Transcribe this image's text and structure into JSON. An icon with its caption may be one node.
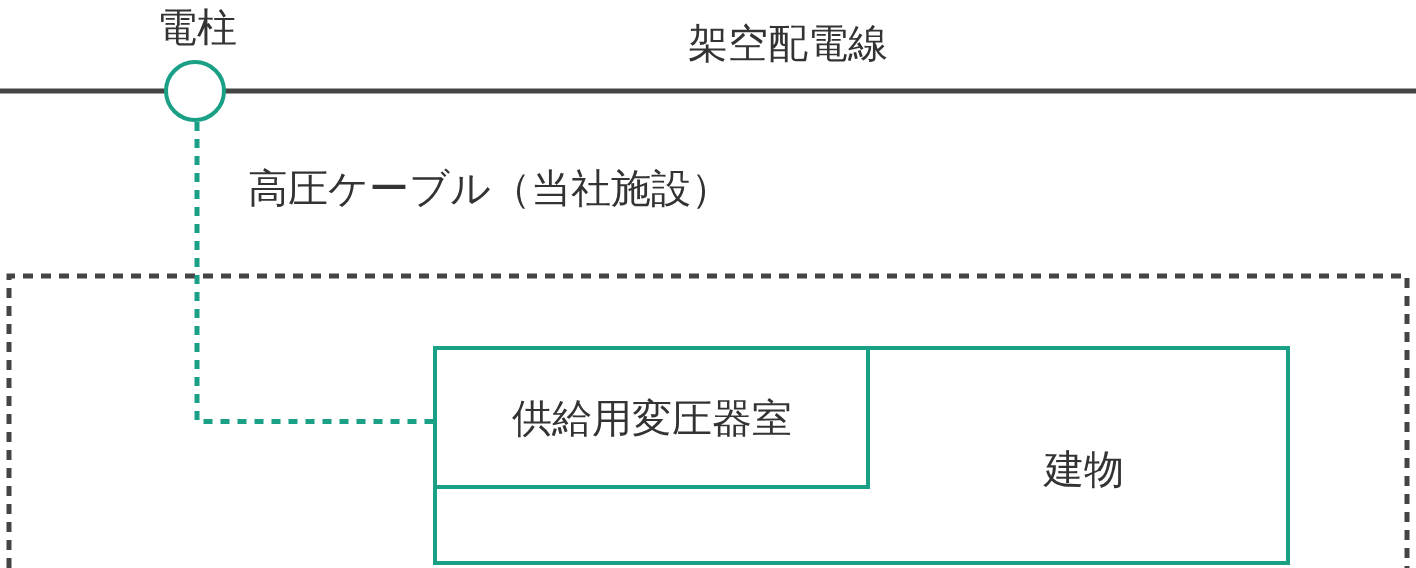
{
  "diagram": {
    "nodes": [
      {
        "text": [
          "電柱"
        ]
      },
      {
        "text": [],
        "shape": "box"
      },
      {
        "text": [
          "建物"
        ],
        "in": 1
      },
      {
        "text": [
          "供給用変圧器室"
        ],
        "in": 2
      }
    ],
    "edges": [
      {
        "from": 0,
        "to": 3,
        "arrow": "none",
        "label": "高圧ケーブル（当社施設）",
        "style": "dashed",
        "color": "#1aa085"
      }
    ],
    "labels": [
      "架空配電線"
    ]
  }
}
